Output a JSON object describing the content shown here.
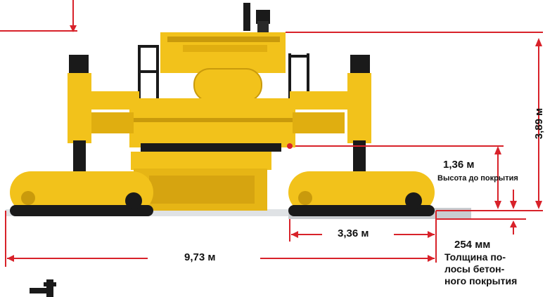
{
  "labels": {
    "height_total": "3,89 м",
    "height_to_pavement": "1,36 м",
    "height_to_pavement_caption": "Высота до покрытия",
    "track_width": "3,36 м",
    "overall_width": "9,73 м",
    "slab_thickness": "254 мм",
    "slab_thickness_caption_1": "Толщина по-",
    "slab_thickness_caption_2": "лосы бетон-",
    "slab_thickness_caption_3": "ного покрытия"
  },
  "colors": {
    "machine_yellow": "#f2c21b",
    "machine_shadow": "#c99a0c",
    "dimension_red": "#d8222a",
    "track_black": "#1a1a1a",
    "slab_gray": "#c9ccd0"
  }
}
